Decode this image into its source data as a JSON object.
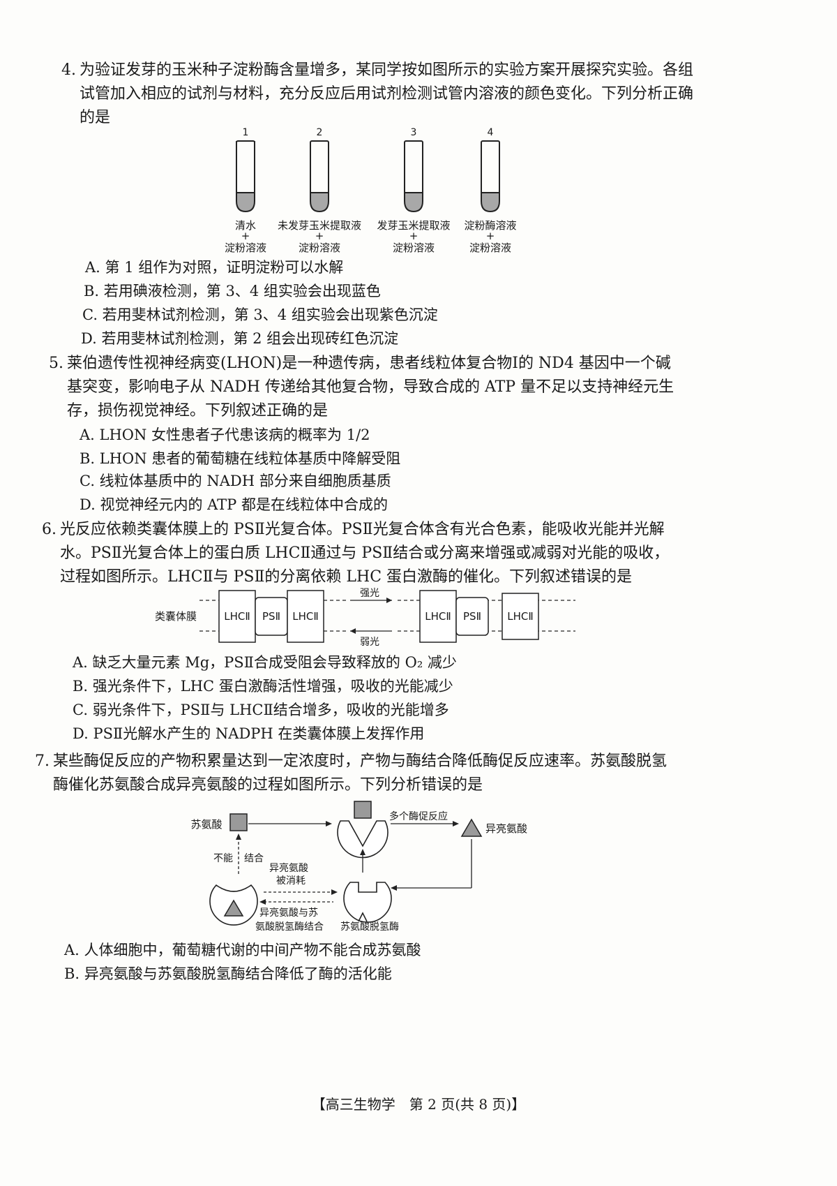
{
  "q4": {
    "num": "4.",
    "stem_l1": "为验证发芽的玉米种子淀粉酶含量增多，某同学按如图所示的实验方案开展探究实验。各组",
    "stem_l2": "试管加入相应的试剂与材料，充分反应后用试剂检测试管内溶液的颜色变化。下列分析正确",
    "stem_l3": "的是",
    "tubes": [
      {
        "num": "1",
        "top": "清水",
        "plus": "+",
        "bottom": "淀粉溶液"
      },
      {
        "num": "2",
        "top": "未发芽玉米提取液",
        "plus": "+",
        "bottom": "淀粉溶液"
      },
      {
        "num": "3",
        "top": "发芽玉米提取液",
        "plus": "+",
        "bottom": "淀粉溶液"
      },
      {
        "num": "4",
        "top": "淀粉酶溶液",
        "plus": "+",
        "bottom": "淀粉溶液"
      }
    ],
    "options": [
      "A. 第 1 组作为对照，证明淀粉可以水解",
      "B. 若用碘液检测，第 3、4 组实验会出现蓝色",
      "C. 若用斐林试剂检测，第 3、4 组实验会出现紫色沉淀",
      "D. 若用斐林试剂检测，第 2 组会出现砖红色沉淀"
    ]
  },
  "q5": {
    "num": "5.",
    "stem_l1": "莱伯遗传性视神经病变(LHON)是一种遗传病，患者线粒体复合物Ⅰ的 ND4 基因中一个碱",
    "stem_l2": "基突变，影响电子从 NADH 传递给其他复合物，导致合成的 ATP 量不足以支持神经元生",
    "stem_l3": "存，损伤视觉神经。下列叙述正确的是",
    "options": [
      "A. LHON 女性患者子代患该病的概率为 1/2",
      "B. LHON 患者的葡萄糖在线粒体基质中降解受阻",
      "C. 线粒体基质中的 NADH 部分来自细胞质基质",
      "D. 视觉神经元内的 ATP 都是在线粒体中合成的"
    ]
  },
  "q6": {
    "num": "6.",
    "stem_l1": "光反应依赖类囊体膜上的 PSⅡ光复合体。PSⅡ光复合体含有光合色素，能吸收光能并光解",
    "stem_l2": "水。PSⅡ光复合体上的蛋白质 LHCⅡ通过与 PSⅡ结合或分离来增强或减弱对光能的吸收，",
    "stem_l3": "过程如图所示。LHCⅡ与 PSⅡ的分离依赖 LHC 蛋白激酶的催化。下列叙述错误的是",
    "diagram": {
      "membrane_label": "类囊体膜",
      "lhc": "LHCⅡ",
      "ps": "PSⅡ",
      "strong": "强光",
      "weak": "弱光"
    },
    "options": [
      "A. 缺乏大量元素 Mg，PSⅡ合成受阻会导致释放的 O₂ 减少",
      "B. 强光条件下，LHC 蛋白激酶活性增强，吸收的光能减少",
      "C. 弱光条件下，PSⅡ与 LHCⅡ结合增多，吸收的光能增多",
      "D. PSⅡ光解水产生的 NADPH 在类囊体膜上发挥作用"
    ]
  },
  "q7": {
    "num": "7.",
    "stem_l1": "某些酶促反应的产物积累量达到一定浓度时，产物与酶结合降低酶促反应速率。苏氨酸脱氢",
    "stem_l2": "酶催化苏氨酸合成异亮氨酸的过程如图所示。下列分析错误的是",
    "diagram": {
      "threonine": "苏氨酸",
      "multi": "多个酶促反应",
      "isoleucine": "异亮氨酸",
      "cannot": "不能",
      "bind": "结合",
      "consumed_1": "异亮氨酸",
      "consumed_2": "被消耗",
      "bound_1": "异亮氨酸与苏",
      "bound_2": "氨酸脱氢酶结合",
      "enzyme": "苏氨酸脱氢酶"
    },
    "options": [
      "A. 人体细胞中，葡萄糖代谢的中间产物不能合成苏氨酸",
      "B. 异亮氨酸与苏氨酸脱氢酶结合降低了酶的活化能"
    ]
  },
  "footer": "【高三生物学　第 2 页(共 8 页)】"
}
